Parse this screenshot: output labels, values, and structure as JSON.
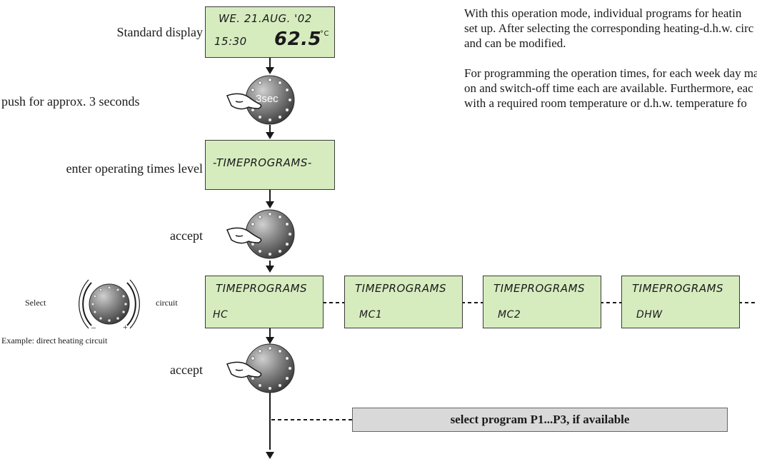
{
  "intro": {
    "paragraph1": [
      "With this operation mode, individual programs for heatin",
      "set up. After selecting the corresponding heating-d.h.w. circ",
      "and can be modified."
    ],
    "paragraph2": [
      "For programming the operation times, for each week day ma",
      "on and switch-off time each are available. Furthermore, eac",
      "with a required room temperature or d.h.w. temperature fo"
    ]
  },
  "steps": {
    "standard_display": "Standard display",
    "push": "push for approx. 3 seconds",
    "enter_level": "enter operating times level",
    "accept1": "accept",
    "accept2": "accept"
  },
  "select_row": {
    "select": "Select",
    "circuit": "circuit",
    "example": "Example: direct heating circuit",
    "minus": "–",
    "plus": "+"
  },
  "display1": {
    "date": "WE. 21.AUG. '02",
    "time": "15:30",
    "temp": "62.5",
    "unit": "°C"
  },
  "knob_3sec": "3sec",
  "display2": {
    "text": "-TIMEPROGRAMS-"
  },
  "circuit_displays": [
    {
      "title": "TIMEPROGRAMS",
      "circuit": "HC"
    },
    {
      "title": "TIMEPROGRAMS",
      "circuit": "MC1"
    },
    {
      "title": "TIMEPROGRAMS",
      "circuit": "MC2"
    },
    {
      "title": "TIMEPROGRAMS",
      "circuit": "DHW"
    }
  ],
  "program_box": "select program P1...P3, if available"
}
